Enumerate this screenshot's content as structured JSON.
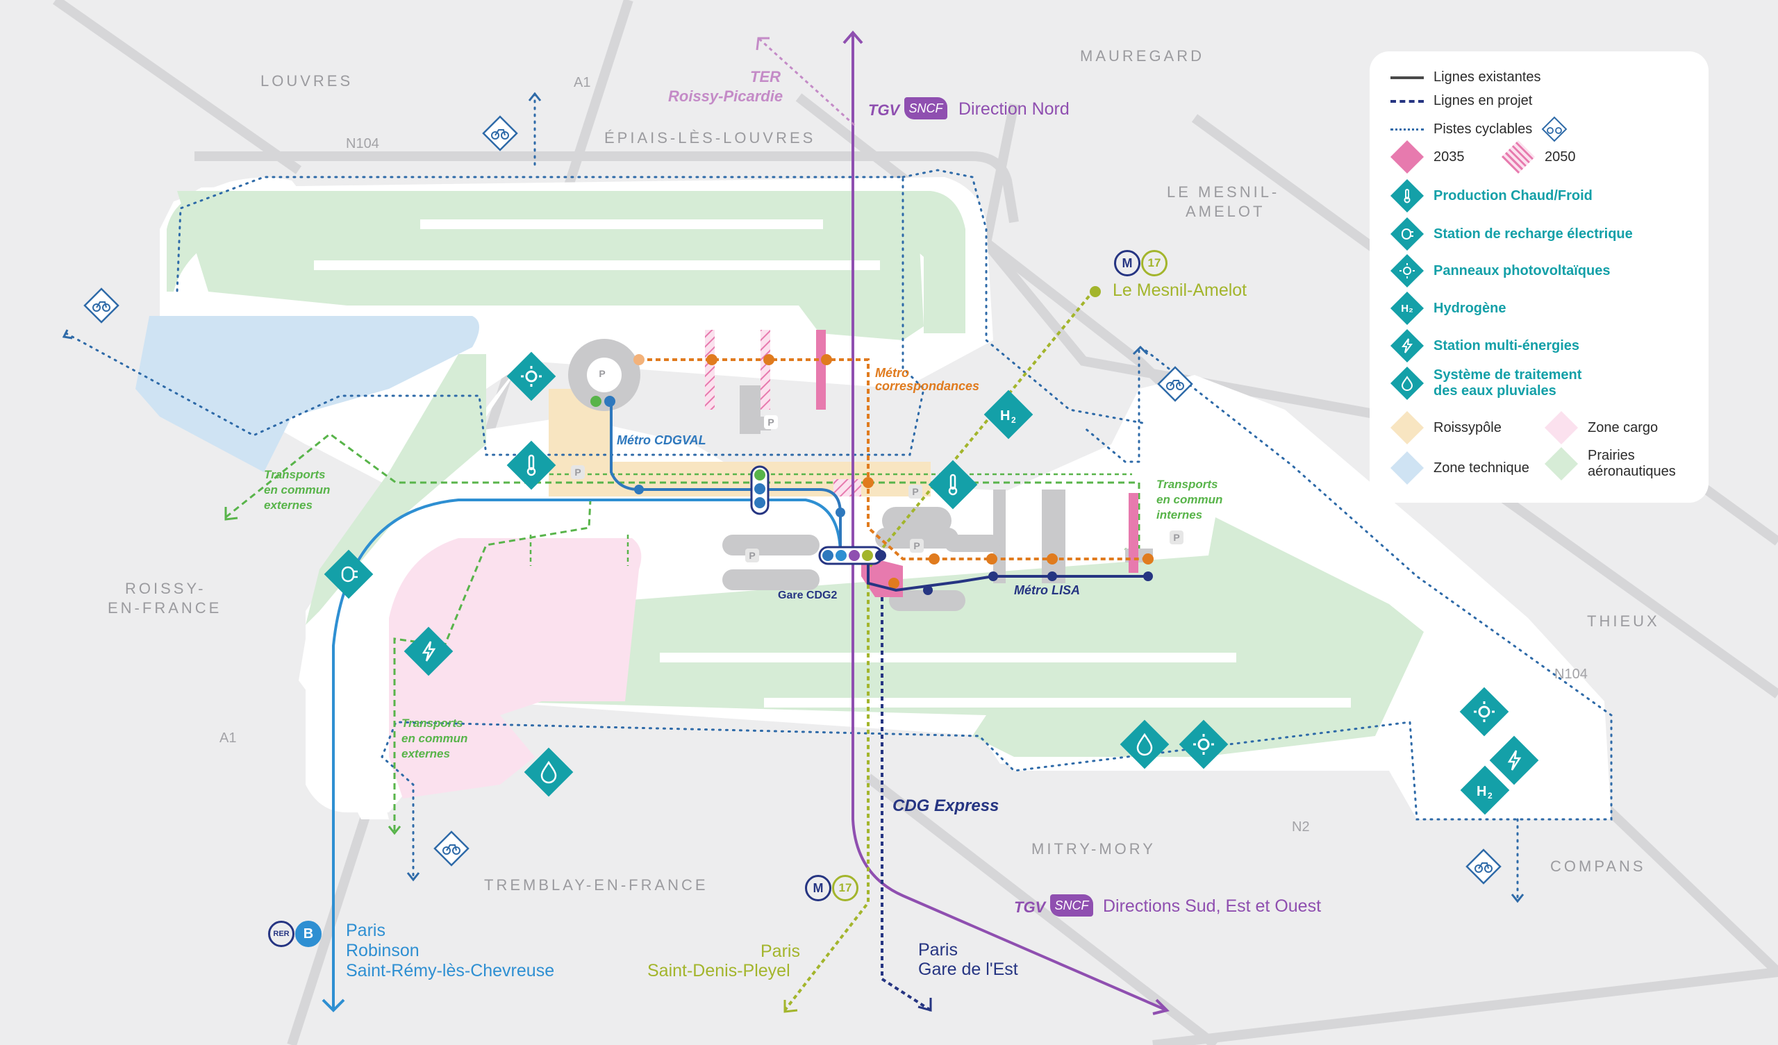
{
  "places": {
    "louvres": "LOUVRES",
    "epiais": "ÉPIAIS-LÈS-LOUVRES",
    "mauregard": "MAUREGARD",
    "mesnil_amelot_1": "LE MESNIL-",
    "mesnil_amelot_2": "AMELOT",
    "roissy_1": "ROISSY-",
    "roissy_2": "EN-FRANCE",
    "thieux": "THIEUX",
    "mitry": "MITRY-MORY",
    "tremblay": "TREMBLAY-EN-FRANCE",
    "compans": "COMPANS"
  },
  "roads": {
    "a1_top": "A1",
    "n104_top": "N104",
    "a1_bottom": "A1",
    "n104_right": "N104",
    "n2": "N2"
  },
  "destinations": {
    "ter_1": "TER",
    "ter_2": "Roissy-Picardie",
    "tgv_top": "TGV",
    "sncf_top": "SNCF",
    "dir_nord": "Direction Nord",
    "metro_m": "M",
    "metro_17": "17",
    "mesnil_amelot": "Le Mesnil-Amelot",
    "metro_m_b": "M",
    "metro_17_b": "17",
    "saint_denis_1": "Paris",
    "saint_denis_2": "Saint-Denis-Pleyel",
    "gare_est_1": "Paris",
    "gare_est_2": "Gare de l'Est",
    "cdg_express": "CDG Express",
    "tgv_bottom": "TGV",
    "sncf_bottom": "SNCF",
    "dir_sud": "Directions Sud, Est et Ouest",
    "rer": "RER",
    "rer_b": "B",
    "robinson_1": "Paris",
    "robinson_2": "Robinson",
    "robinson_3": "Saint-Rémy-lès-Chevreuse"
  },
  "internal": {
    "metro_corr_1": "Métro",
    "metro_corr_2": "correspondances",
    "metro_cdgval": "Métro CDGVAL",
    "metro_lisa": "Métro LISA",
    "gare_cdg2": "Gare CDG2",
    "tc_ext_1a": "Transports",
    "tc_ext_1b": "en commun",
    "tc_ext_1c": "externes",
    "tc_ext_2a": "Transports",
    "tc_ext_2b": "en commun",
    "tc_ext_2c": "externes",
    "tc_int_a": "Transports",
    "tc_int_b": "en commun",
    "tc_int_c": "internes",
    "parking": "P",
    "h2": "H₂"
  },
  "legend": {
    "existing": "Lignes existantes",
    "planned": "Lignes en projet",
    "cycle": "Pistes cyclables",
    "y2035": "2035",
    "y2050": "2050",
    "heat": "Production Chaud/Froid",
    "charging": "Station de recharge électrique",
    "solar": "Panneaux photovoltaïques",
    "hydrogen": "Hydrogène",
    "multi": "Station multi-énergies",
    "water_1": "Système de traitement",
    "water_2": "des eaux pluviales",
    "roissypole": "Roissypôle",
    "cargo": "Zone cargo",
    "technique": "Zone technique",
    "prairies_1": "Prairies",
    "prairies_2": "aéronautiques",
    "h2": "H₂"
  },
  "colors": {
    "background": "#ededee",
    "road": "#d6d6d8",
    "airport": "#ffffff",
    "runway_zone": "#d6ecd6",
    "technique": "#cfe3f3",
    "cargo": "#fbe1ee",
    "roissypole": "#f8e5c1",
    "teal": "#14a0a8",
    "pink": "#e77aae",
    "purple": "#8f4fb0",
    "orange": "#e07b1e",
    "olive": "#a3b52c",
    "green": "#58b44a",
    "blue": "#2e8fd2",
    "navy": "#263582",
    "cycle": "#2e6aa8"
  },
  "icons": [
    "solar-icon",
    "thermometer-icon",
    "charging-icon",
    "lightning-icon",
    "water-drop-icon",
    "hydrogen-icon",
    "bicycle-icon",
    "metro-icon",
    "rer-icon",
    "bus-icon",
    "parking-icon",
    "sncf-logo"
  ]
}
